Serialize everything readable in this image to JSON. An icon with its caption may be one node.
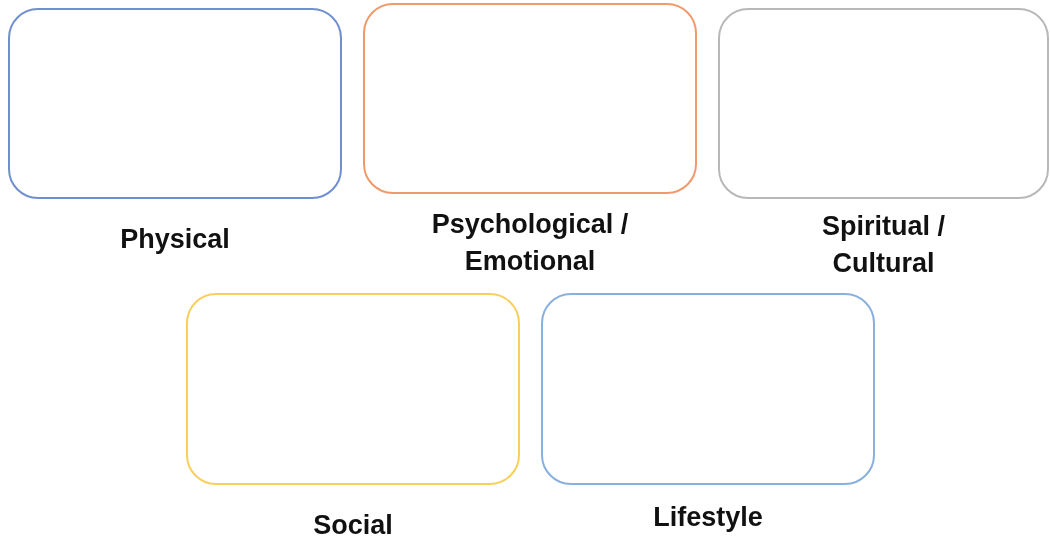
{
  "diagram": {
    "nodes": [
      {
        "text": [
          "Physical"
        ]
      },
      {
        "text": [
          "Psychological / Emotional"
        ]
      },
      {
        "text": [
          "Spiritual / Cultural"
        ]
      },
      {
        "text": [
          "Social"
        ]
      },
      {
        "text": [
          "Lifestyle"
        ]
      }
    ]
  }
}
